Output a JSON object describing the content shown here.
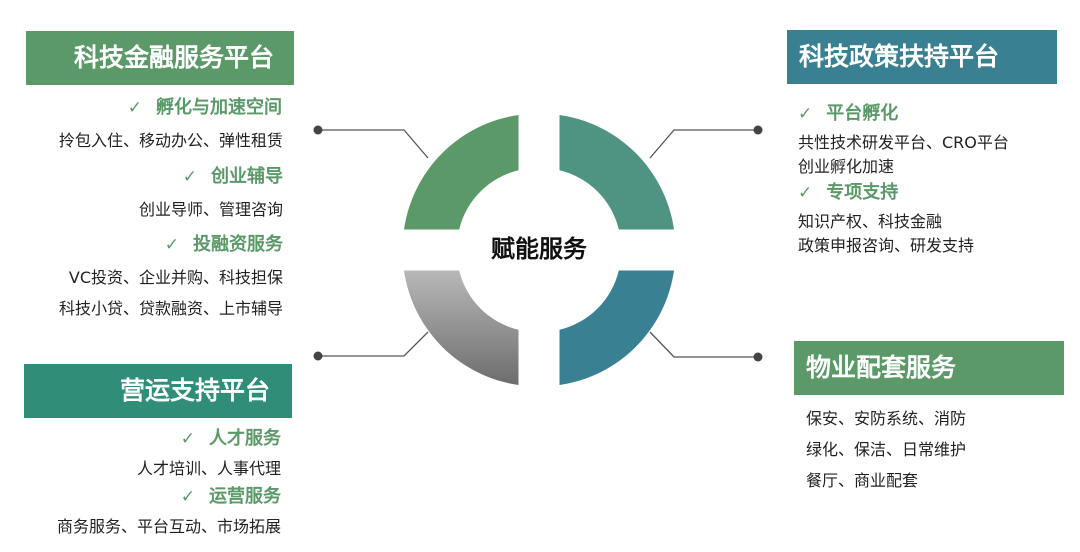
{
  "center": {
    "label": "赋能服务"
  },
  "colors": {
    "green": "#5b9a68",
    "teal_green": "#4f9482",
    "blue": "#3a8093",
    "gray": "#8a8a8a",
    "dark_teal": "#2f8d78"
  },
  "top_left": {
    "title": "科技金融服务平台",
    "groups": [
      {
        "heading": "孵化与加速空间",
        "lines": [
          "拎包入住、移动办公、弹性租赁"
        ]
      },
      {
        "heading": "创业辅导",
        "lines": [
          "创业导师、管理咨询"
        ]
      },
      {
        "heading": "投融资服务",
        "lines": [
          "VC投资、企业并购、科技担保",
          "科技小贷、贷款融资、上市辅导"
        ]
      }
    ]
  },
  "bottom_left": {
    "title": "营运支持平台",
    "groups": [
      {
        "heading": "人才服务",
        "lines": [
          "人才培训、人事代理"
        ]
      },
      {
        "heading": "运营服务",
        "lines": [
          "商务服务、平台互动、市场拓展"
        ]
      }
    ]
  },
  "top_right": {
    "title": "科技政策扶持平台",
    "groups": [
      {
        "heading": "平台孵化",
        "lines": [
          "共性技术研发平台、CRO平台",
          "创业孵化加速"
        ]
      },
      {
        "heading": "专项支持",
        "lines": [
          "知识产权、科技金融",
          "政策申报咨询、研发支持"
        ]
      }
    ]
  },
  "bottom_right": {
    "title": "物业配套服务",
    "lines": [
      "保安、安防系统、消防",
      "绿化、保洁、日常维护",
      "餐厅、商业配套"
    ]
  },
  "check_mark": "✓"
}
